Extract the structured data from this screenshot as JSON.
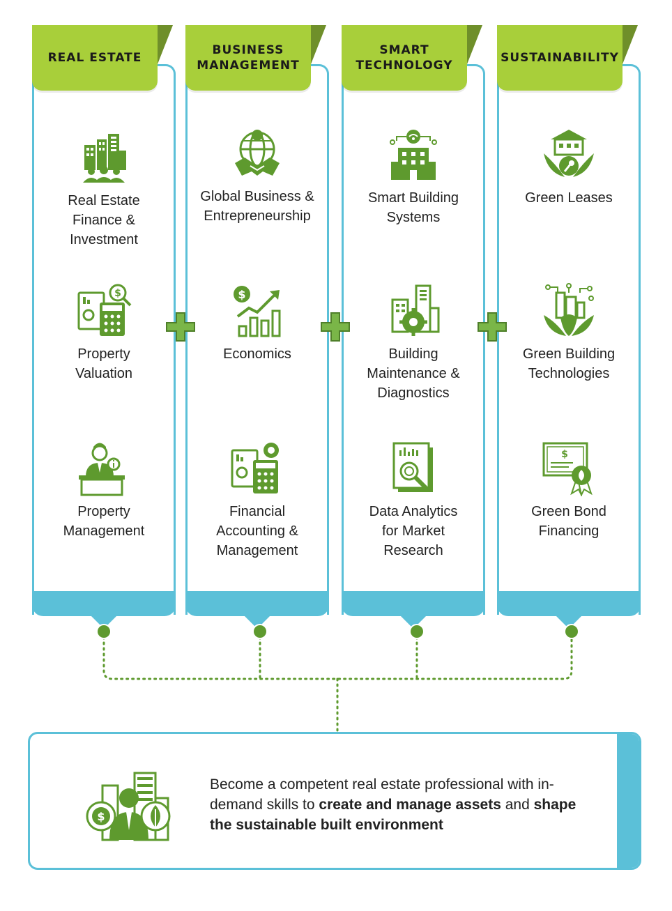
{
  "columns": [
    {
      "title": "REAL ESTATE",
      "items": [
        {
          "label": "Real Estate\nFinance &\nInvestment",
          "icon": "city-buildings-icon"
        },
        {
          "label": "Property\nValuation",
          "icon": "calculator-valuation-icon"
        },
        {
          "label": "Property\nManagement",
          "icon": "manager-desk-icon"
        }
      ]
    },
    {
      "title": "BUSINESS\nMANAGEMENT",
      "items": [
        {
          "label": "Global Business &\nEntrepreneurship",
          "icon": "globe-handshake-icon"
        },
        {
          "label": "Economics",
          "icon": "growth-chart-icon"
        },
        {
          "label": "Financial\nAccounting &\nManagement",
          "icon": "accounting-calculator-icon"
        }
      ]
    },
    {
      "title": "SMART\nTECHNOLOGY",
      "items": [
        {
          "label": "Smart Building\nSystems",
          "icon": "smart-building-icon"
        },
        {
          "label": "Building\nMaintenance &\nDiagnostics",
          "icon": "building-gear-icon"
        },
        {
          "label": "Data Analytics\nfor Market\nResearch",
          "icon": "data-report-magnifier-icon"
        }
      ]
    },
    {
      "title": "SUSTAINABILITY",
      "items": [
        {
          "label": "Green Leases",
          "icon": "green-house-key-icon"
        },
        {
          "label": "Green Building\nTechnologies",
          "icon": "green-tech-building-icon"
        },
        {
          "label": "Green Bond\nFinancing",
          "icon": "certificate-award-icon"
        }
      ]
    }
  ],
  "summary": {
    "text_1": "Become a competent real estate professional with in-demand skills to ",
    "bold_1": "create and manage assets",
    "text_2": " and ",
    "bold_2": "shape the sustainable built environment",
    "icon": "professional-city-finance-green-icon"
  },
  "colors": {
    "green": "#a8cf3a",
    "dark_green": "#5e9a2e",
    "blue": "#5bc0d8"
  }
}
